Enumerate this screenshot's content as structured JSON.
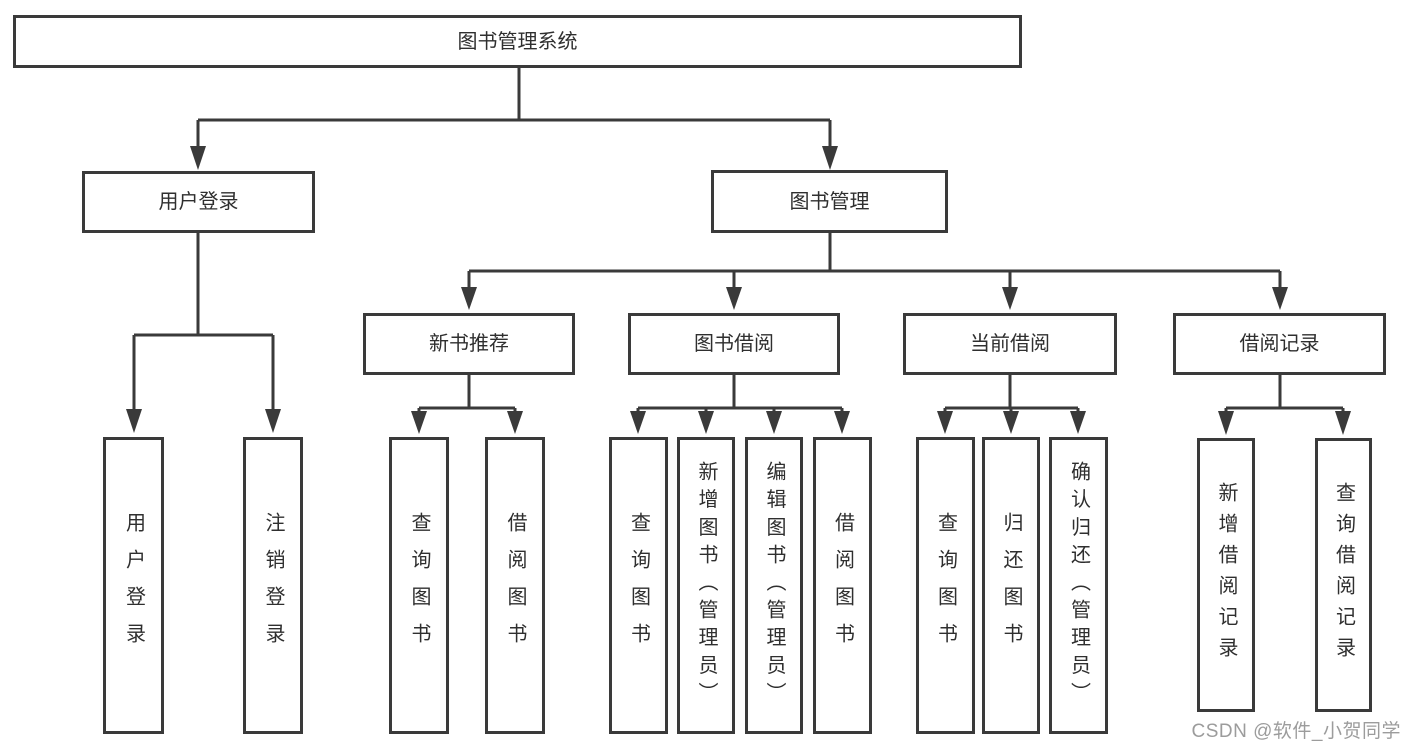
{
  "title": "图书管理系统",
  "watermark": "CSDN @软件_小贺同学",
  "colors": {
    "line": "#3a3a3a",
    "box_border": "#3a3a3a",
    "text": "#2f2f2f",
    "background": "#ffffff",
    "watermark": "#9c9c9c"
  },
  "tree": {
    "label": "图书管理系统",
    "children": [
      {
        "label": "用户登录",
        "children": [
          {
            "label": "用户登录"
          },
          {
            "label": "注销登录"
          }
        ]
      },
      {
        "label": "图书管理",
        "children": [
          {
            "label": "新书推荐",
            "children": [
              {
                "label": "查询图书"
              },
              {
                "label": "借阅图书"
              }
            ]
          },
          {
            "label": "图书借阅",
            "children": [
              {
                "label": "查询图书"
              },
              {
                "label": "新增图书（管理员）"
              },
              {
                "label": "编辑图书（管理员）"
              },
              {
                "label": "借阅图书"
              }
            ]
          },
          {
            "label": "当前借阅",
            "children": [
              {
                "label": "查询图书"
              },
              {
                "label": "归还图书"
              },
              {
                "label": "确认归还（管理员）"
              }
            ]
          },
          {
            "label": "借阅记录",
            "children": [
              {
                "label": "新增借阅记录"
              },
              {
                "label": "查询借阅记录"
              }
            ]
          }
        ]
      }
    ]
  }
}
